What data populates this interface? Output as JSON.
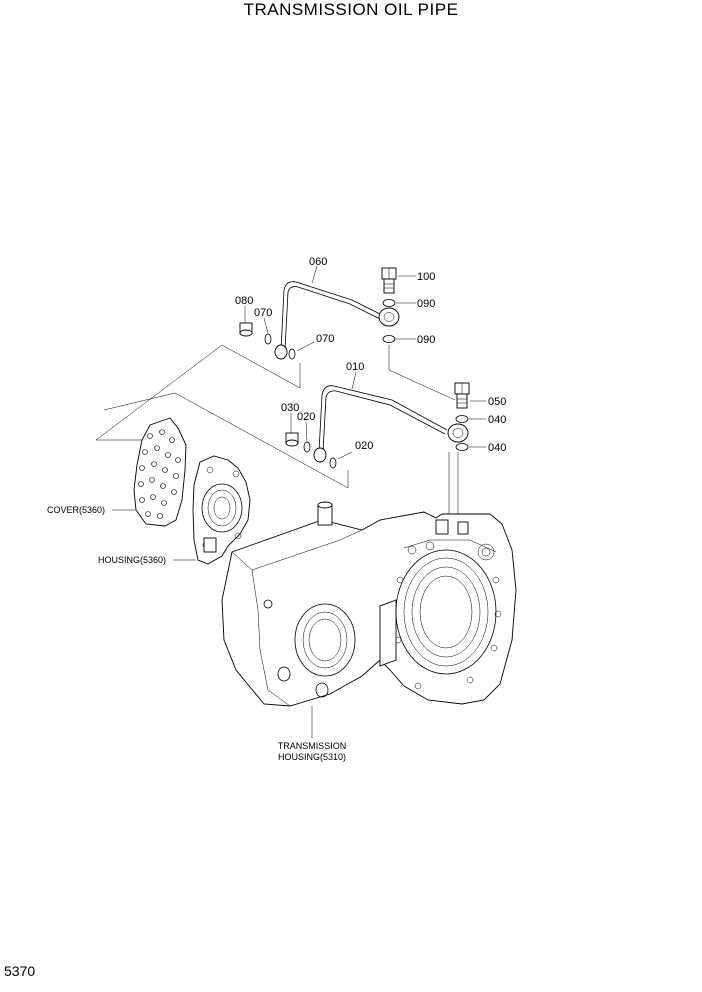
{
  "title": "TRANSMISSION OIL PIPE",
  "page_number": "5370",
  "callouts": {
    "p010": "010",
    "p020a": "020",
    "p020b": "020",
    "p030": "030",
    "p040a": "040",
    "p040b": "040",
    "p050": "050",
    "p060": "060",
    "p070a": "070",
    "p070b": "070",
    "p080": "080",
    "p090a": "090",
    "p090b": "090",
    "p100": "100"
  },
  "references": {
    "cover": "COVER(5360)",
    "housing": "HOUSING(5360)",
    "trans_line1": "TRANSMISSION",
    "trans_line2": "HOUSING(5310)"
  }
}
